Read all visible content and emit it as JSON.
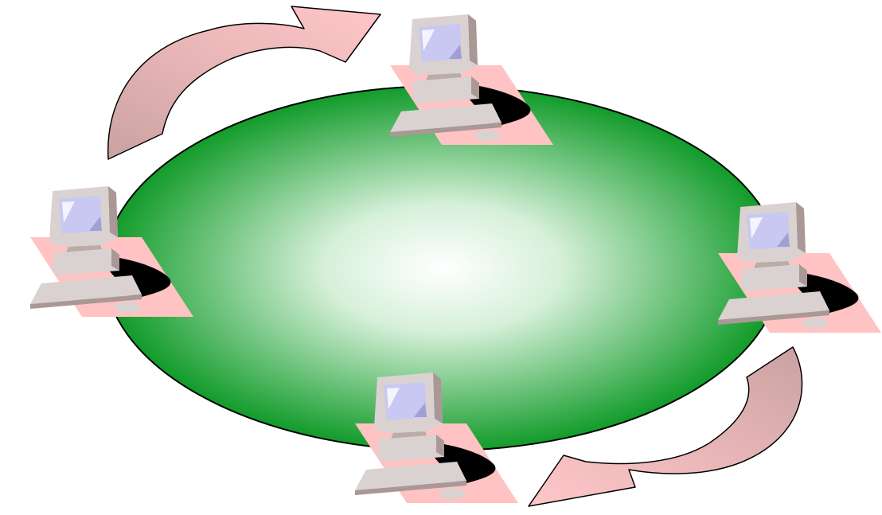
{
  "diagram": {
    "type": "ring-network",
    "node_count": 4,
    "nodes": [
      {
        "id": "computer-top",
        "icon": "desktop-computer-icon"
      },
      {
        "id": "computer-left",
        "icon": "desktop-computer-icon"
      },
      {
        "id": "computer-right",
        "icon": "desktop-computer-icon"
      },
      {
        "id": "computer-bottom",
        "icon": "desktop-computer-icon"
      }
    ],
    "arrows": [
      {
        "id": "arrow-top-left",
        "direction": "clockwise"
      },
      {
        "id": "arrow-bottom-right",
        "direction": "clockwise"
      }
    ]
  },
  "colors": {
    "ring_center": "#ffffff",
    "ring_edge": "#129b2a",
    "arrow_light": "#ffc6c8",
    "arrow_dark": "#c9a2a2",
    "pad": "#ffc3c3",
    "computer_body": "#d9d2d0",
    "computer_shade": "#a99896",
    "screen": "#c9c8f2"
  }
}
